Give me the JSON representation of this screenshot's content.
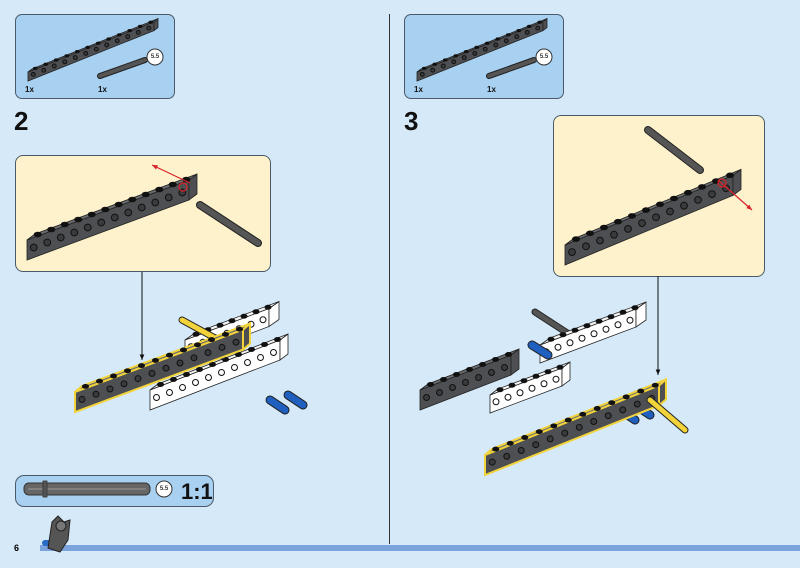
{
  "page_number": "6",
  "steps": [
    {
      "number": "2",
      "parts": [
        {
          "qty": "1x",
          "part": "dark-gray-technic-beam-12"
        },
        {
          "qty": "1x",
          "part": "dark-gray-axle-pin"
        }
      ],
      "axle_length_badge": "5.5"
    },
    {
      "number": "3",
      "parts": [
        {
          "qty": "1x",
          "part": "dark-gray-technic-beam-12"
        },
        {
          "qty": "1x",
          "part": "dark-gray-axle-pin"
        }
      ],
      "axle_length_badge": "5.5"
    }
  ],
  "scale_box": {
    "ratio": "1:1",
    "badge": "5.5"
  },
  "colors": {
    "background": "#d5e9f8",
    "parts_box": "#a8d0f0",
    "callout": "#fdf2cc",
    "beam": "#4d4f52",
    "highlight": "#f2d33a",
    "arrow": "#d8232a",
    "pin": "#1f5fbf"
  }
}
